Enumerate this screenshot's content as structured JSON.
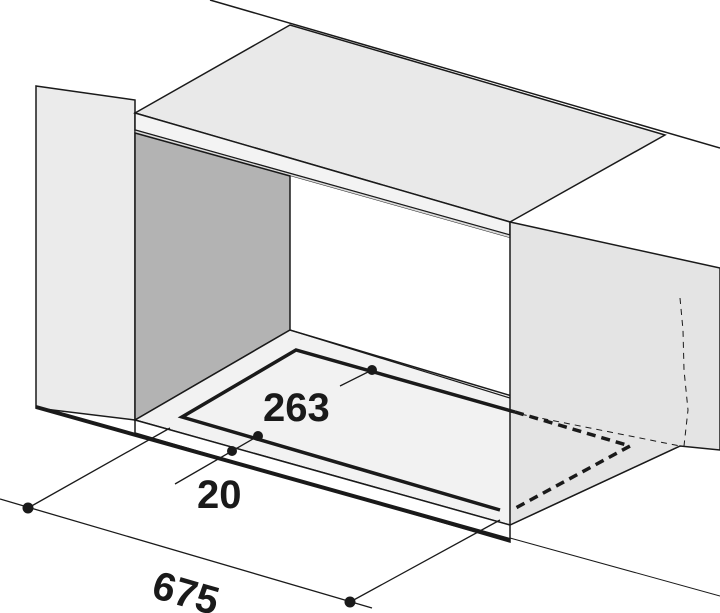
{
  "dimensions": {
    "depth": "263",
    "offset": "20",
    "width": "675"
  },
  "colors": {
    "stroke": "#1a1a1a",
    "panel_light": "#ececec",
    "panel_mid": "#e2e2e2",
    "panel_dark": "#b3b3b3",
    "cavity": "#ffffff"
  }
}
